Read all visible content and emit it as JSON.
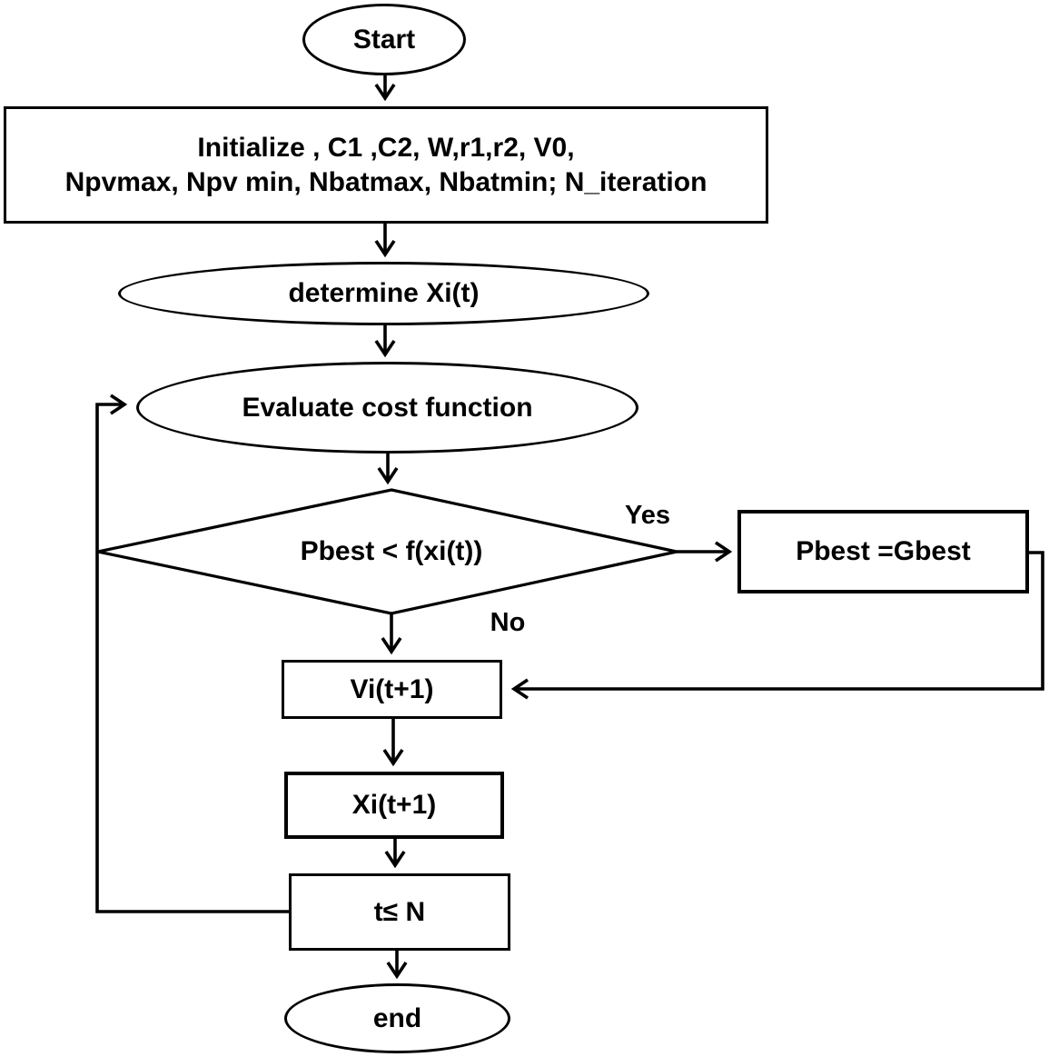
{
  "diagram": {
    "type": "flowchart",
    "colors": {
      "stroke": "#000000",
      "fill": "#ffffff",
      "text": "#000000"
    },
    "nodes": {
      "start": {
        "shape": "terminator",
        "label": "Start"
      },
      "initialize": {
        "shape": "process",
        "line1": "Initialize , C1 ,C2, W,r1,r2, V0,",
        "line2": "Npvmax, Npv min, Nbatmax, Nbatmin; N_iteration"
      },
      "determine": {
        "shape": "ellipse",
        "label": "determine Xi(t)"
      },
      "evaluate": {
        "shape": "ellipse",
        "label": "Evaluate cost function"
      },
      "decision": {
        "shape": "diamond",
        "label": "Pbest < f(xi(t))"
      },
      "gbest": {
        "shape": "process",
        "label": "Pbest =Gbest"
      },
      "velocity": {
        "shape": "process",
        "label": "Vi(t+1)"
      },
      "position": {
        "shape": "process",
        "label": "Xi(t+1)"
      },
      "iteration": {
        "shape": "process",
        "label": "t≤ N"
      },
      "end": {
        "shape": "terminator",
        "label": "end"
      }
    },
    "edge_labels": {
      "yes": "Yes",
      "no": "No"
    }
  }
}
